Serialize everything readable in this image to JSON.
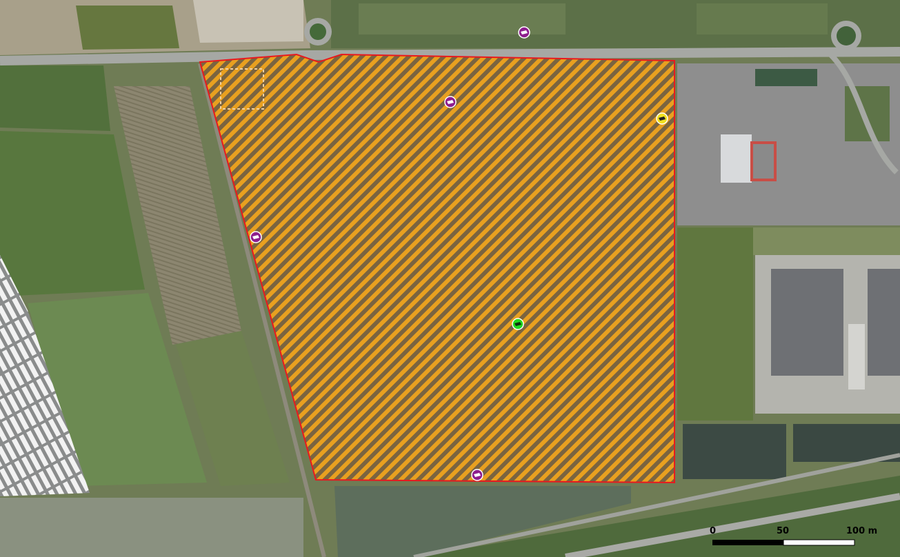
{
  "map": {
    "colors": {
      "parcel_outline": "#e8191e",
      "hatch_orange": "#e8a020",
      "hatch_dark": "#6a5a3a",
      "marker_purple": "#8e1e8e",
      "marker_yellow": "#f0e020",
      "marker_green": "#20d820"
    },
    "markers": [
      {
        "name": "marker-purple-north-road",
        "color": "marker_purple",
        "icon": "camera-icon"
      },
      {
        "name": "marker-purple-parcel-north",
        "color": "marker_purple",
        "icon": "camera-icon"
      },
      {
        "name": "marker-yellow-east",
        "color": "marker_yellow",
        "icon": "camera-icon"
      },
      {
        "name": "marker-purple-west",
        "color": "marker_purple",
        "icon": "camera-icon"
      },
      {
        "name": "marker-green-center",
        "color": "marker_green",
        "icon": "camera-icon"
      },
      {
        "name": "marker-purple-south",
        "color": "marker_purple",
        "icon": "camera-icon"
      }
    ],
    "scale_bar": {
      "labels": [
        "0",
        "50",
        "100 m"
      ]
    }
  }
}
